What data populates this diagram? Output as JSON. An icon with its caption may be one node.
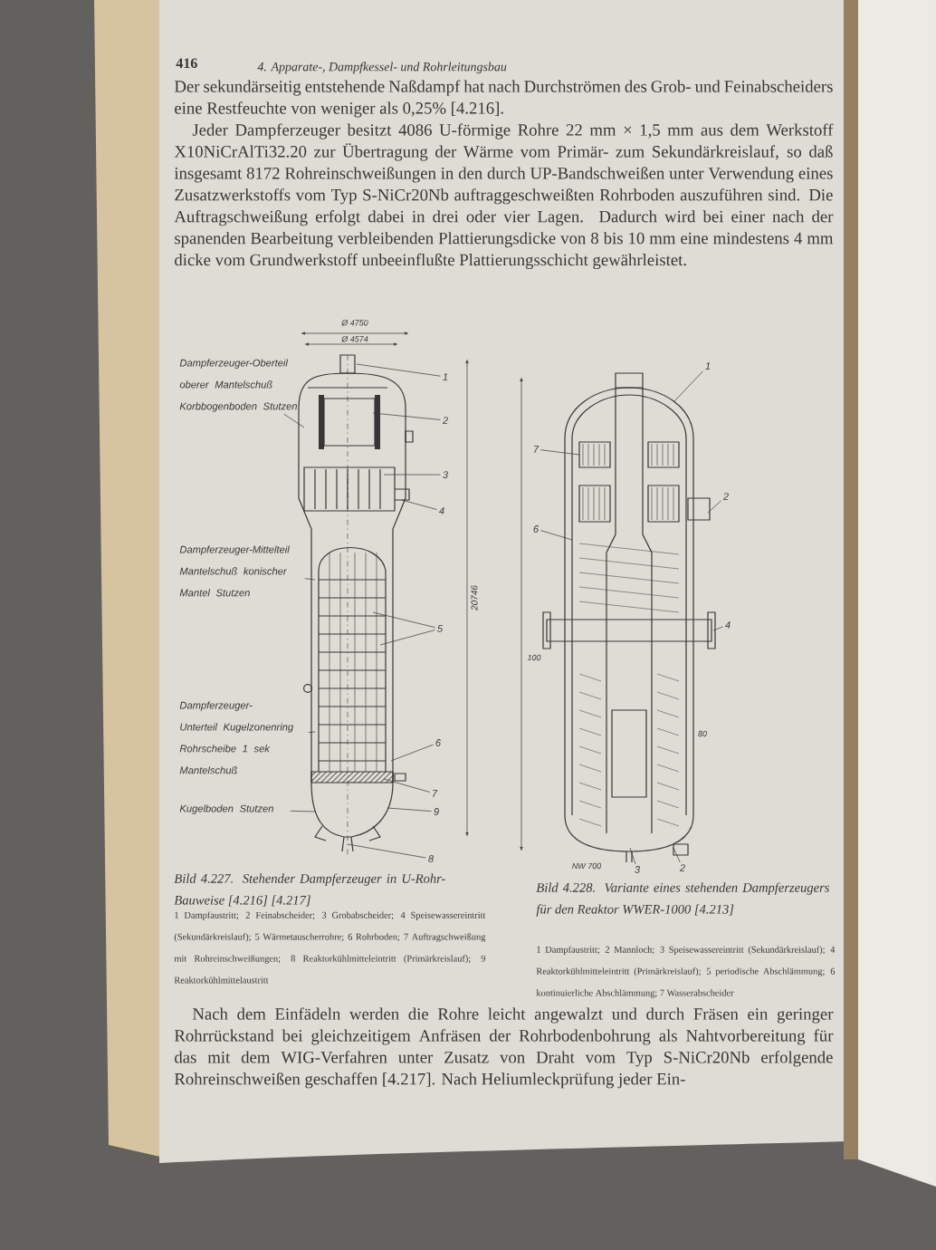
{
  "diagram": {
    "nodes": [
      {
        "text": [
          "Dampferzeuger-Oberteil oberer Mantelschuß Korbbogenboden Stutzen"
        ]
      },
      {
        "text": [
          "Dampferzeuger-Mittelteil Mantelschuß konischer Mantel Stutzen"
        ]
      },
      {
        "text": [
          "Dampferzeuger-Unterteil Kugelzonenring Rohrscheibe 1 sek Mantelschuß"
        ]
      },
      {
        "text": [
          "Kugelboden Stutzen"
        ]
      },
      {
        "text": [
          "1"
        ]
      },
      {
        "text": [
          "2"
        ]
      },
      {
        "text": [
          "3"
        ]
      },
      {
        "text": [
          "4"
        ]
      },
      {
        "text": [
          "5"
        ]
      },
      {
        "text": [
          "6"
        ]
      },
      {
        "text": [
          "7"
        ]
      },
      {
        "text": [
          "9"
        ]
      },
      {
        "text": [
          "8"
        ]
      },
      {
        "text": [
          "1"
        ]
      },
      {
        "text": [
          "7"
        ]
      },
      {
        "text": [
          "2"
        ]
      },
      {
        "text": [
          "6"
        ]
      },
      {
        "text": [
          "4"
        ]
      },
      {
        "text": [
          "3"
        ]
      },
      {
        "text": [
          "2"
        ]
      },
      {
        "text": [],
        "shape": "picture"
      },
      {
        "text": [],
        "shape": "picture"
      }
    ],
    "edges": [
      {
        "from": 0,
        "to": 20,
        "arrow": "none"
      },
      {
        "from": 1,
        "to": 20,
        "arrow": "none"
      },
      {
        "from": 2,
        "to": 20,
        "arrow": "none"
      },
      {
        "from": 3,
        "to": 20,
        "arrow": "none"
      },
      {
        "from": 4,
        "to": 20,
        "arrow": "none"
      },
      {
        "from": 5,
        "to": 20,
        "arrow": "none"
      },
      {
        "from": 6,
        "to": 20,
        "arrow": "none"
      },
      {
        "from": 7,
        "to": 20,
        "arrow": "none"
      },
      {
        "from": 8,
        "to": 20,
        "arrow": "none"
      },
      {
        "from": 8,
        "to": 20,
        "arrow": "none"
      },
      {
        "from": 9,
        "to": 20,
        "arrow": "none"
      },
      {
        "from": 10,
        "to": 20,
        "arrow": "none"
      },
      {
        "from": 11,
        "to": 20,
        "arrow": "none"
      },
      {
        "from": 12,
        "to": 20,
        "arrow": "none"
      },
      {
        "from": 13,
        "to": 21,
        "arrow": "none"
      },
      {
        "from": 14,
        "to": 21,
        "arrow": "none"
      },
      {
        "from": 15,
        "to": 21,
        "arrow": "none"
      },
      {
        "from": 16,
        "to": 21,
        "arrow": "none"
      },
      {
        "from": 17,
        "to": 21,
        "arrow": "none"
      },
      {
        "from": 18,
        "to": 21,
        "arrow": "none"
      },
      {
        "from": 19,
        "to": 21,
        "arrow": "none"
      }
    ],
    "labels": [
      "416",
      "4. Apparate-, Dampfkessel- und Rohrleitungsbau",
      "Der sekundärseitig entstehende Naßdampf hat nach Durchströmen des Grob- und Feinabscheiders eine Restfeuchte von weniger als 0,25% [4.216].",
      "Jeder Dampferzeuger besitzt 4086 U-förmige Rohre 22 mm × 1,5 mm aus dem Werkstoff X10NiCrAlTi32.20 zur Übertragung der Wärme vom Primär- zum Sekundärkreislauf, so daß insgesamt 8172 Rohreinschweißungen in den durch UP-Bandschweißen unter Verwendung eines Zusatzwerkstoffs vom Typ S-NiCr20Nb auftraggeschweißten Rohrboden auszuführen sind. Die Auftragschweißung erfolgt dabei in drei oder vier Lagen. Dadurch wird bei einer nach der spanenden Bearbeitung verbleibenden Plattierungsdicke von 8 bis 10 mm eine mindestens 4 mm dicke vom Grundwerkstoff unbeeinflußte Plattierungsschicht gewährleistet.",
      "Ø 4750",
      "Ø 4574",
      "20746",
      "NW 700",
      "100",
      "80",
      "Bild 4.227. Stehender Dampferzeuger in U-Rohr-Bauweise [4.216] [4.217]",
      "1 Dampfaustritt; 2 Feinabscheider; 3 Grobabscheider; 4 Speisewassereintritt (Sekundärkreislauf); 5 Wärmetauscherrohre; 6 Rohrboden; 7 Auftragschweißung mit Rohreinschweißungen; 8 Reaktorkühlmitteleintritt (Primärkreislauf); 9 Reaktorkühlmittelaustritt",
      "Bild 4.228. Variante eines stehenden Dampferzeugers für den Reaktor WWER-1000 [4.213]",
      "1 Dampfaustritt; 2 Mannloch; 3 Speisewassereintritt (Sekundärkreislauf); 4 Reaktorkühlmitteleintritt (Primärkreislauf); 5 periodische Abschlämmung; 6 kontinuierliche Abschlämmung; 7 Wasserabscheider",
      "Nach dem Einfädeln werden die Rohre leicht angewalzt und durch Fräsen ein geringer Rohrrückstand bei gleichzeitigem Anfräsen der Rohrbodenbohrung als Nahtvorbereitung für das mit dem WIG-Verfahren unter Zusatz von Draht vom Typ S-NiCr20Nb erfolgende Rohreinschweißen geschaffen [4.217]. Nach Heliumleckprüfung jeder Ein-"
    ]
  }
}
